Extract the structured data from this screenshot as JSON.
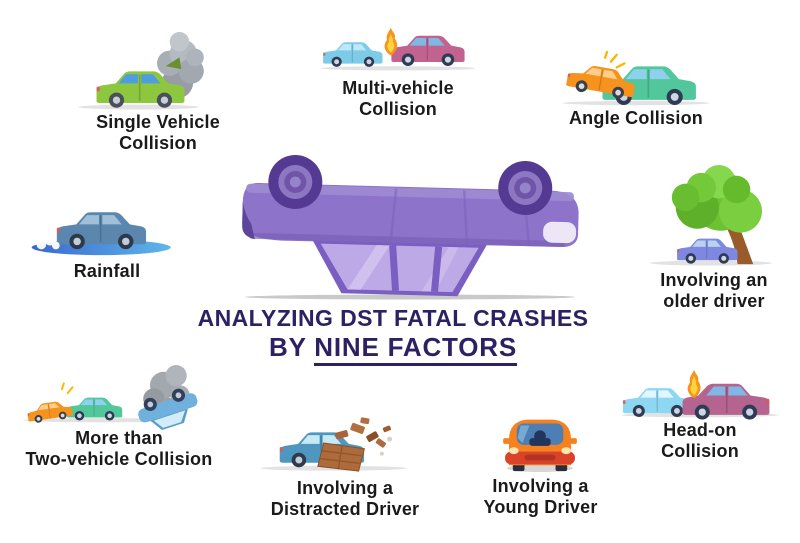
{
  "title": {
    "line1": "ANALYZING DST FATAL CRASHES",
    "line2_prefix": "BY ",
    "line2_underlined": "NINE FACTORS",
    "color": "#2d2163"
  },
  "center": {
    "icon": "overturned-car-icon",
    "car_color": "#8d73c9"
  },
  "factors": [
    {
      "id": "single-vehicle-collision",
      "icon": "smoking-car-icon",
      "label_line1": "Single Vehicle",
      "label_line2": "Collision",
      "car_color": "#8dc63f"
    },
    {
      "id": "multi-vehicle-collision",
      "icon": "rear-end-crash-fire-icon",
      "label_line1": "Multi-vehicle",
      "label_line2": "Collision",
      "car_colors": [
        "#7ecbe8",
        "#c2638f"
      ]
    },
    {
      "id": "angle-collision",
      "icon": "angle-crash-icon",
      "label_line1": "Angle Collision",
      "car_colors": [
        "#f6921e",
        "#53c79c"
      ]
    },
    {
      "id": "rainfall",
      "icon": "car-on-wet-road-icon",
      "label_line1": "Rainfall",
      "car_color": "#5b87ae"
    },
    {
      "id": "involving-older-driver",
      "icon": "car-into-tree-icon",
      "label_line1": "Involving an",
      "label_line2": "older driver",
      "car_color": "#7e88e0"
    },
    {
      "id": "more-than-two-vehicle-collision",
      "icon": "pileup-overturned-car-icon",
      "label_line1": "More than",
      "label_line2": "Two-vehicle Collision",
      "car_colors": [
        "#f6921e",
        "#53c79c",
        "#6fb0dd"
      ]
    },
    {
      "id": "involving-distracted-driver",
      "icon": "car-through-brick-wall-icon",
      "label_line1": "Involving a",
      "label_line2": "Distracted Driver",
      "car_color": "#4f97bf"
    },
    {
      "id": "involving-young-driver",
      "icon": "young-driver-car-front-icon",
      "label_line1": "Involving a",
      "label_line2": "Young Driver",
      "car_color": "#f5821f"
    },
    {
      "id": "head-on-collision",
      "icon": "head-on-crash-fire-icon",
      "label_line1": "Head-on",
      "label_line2": "Collision",
      "car_colors": [
        "#8ed7f2",
        "#b5638f"
      ]
    }
  ],
  "palette": {
    "label_color": "#1a1a1a",
    "background": "#ffffff",
    "fire_orange": "#f7941d",
    "fire_yellow": "#ffd23f"
  }
}
